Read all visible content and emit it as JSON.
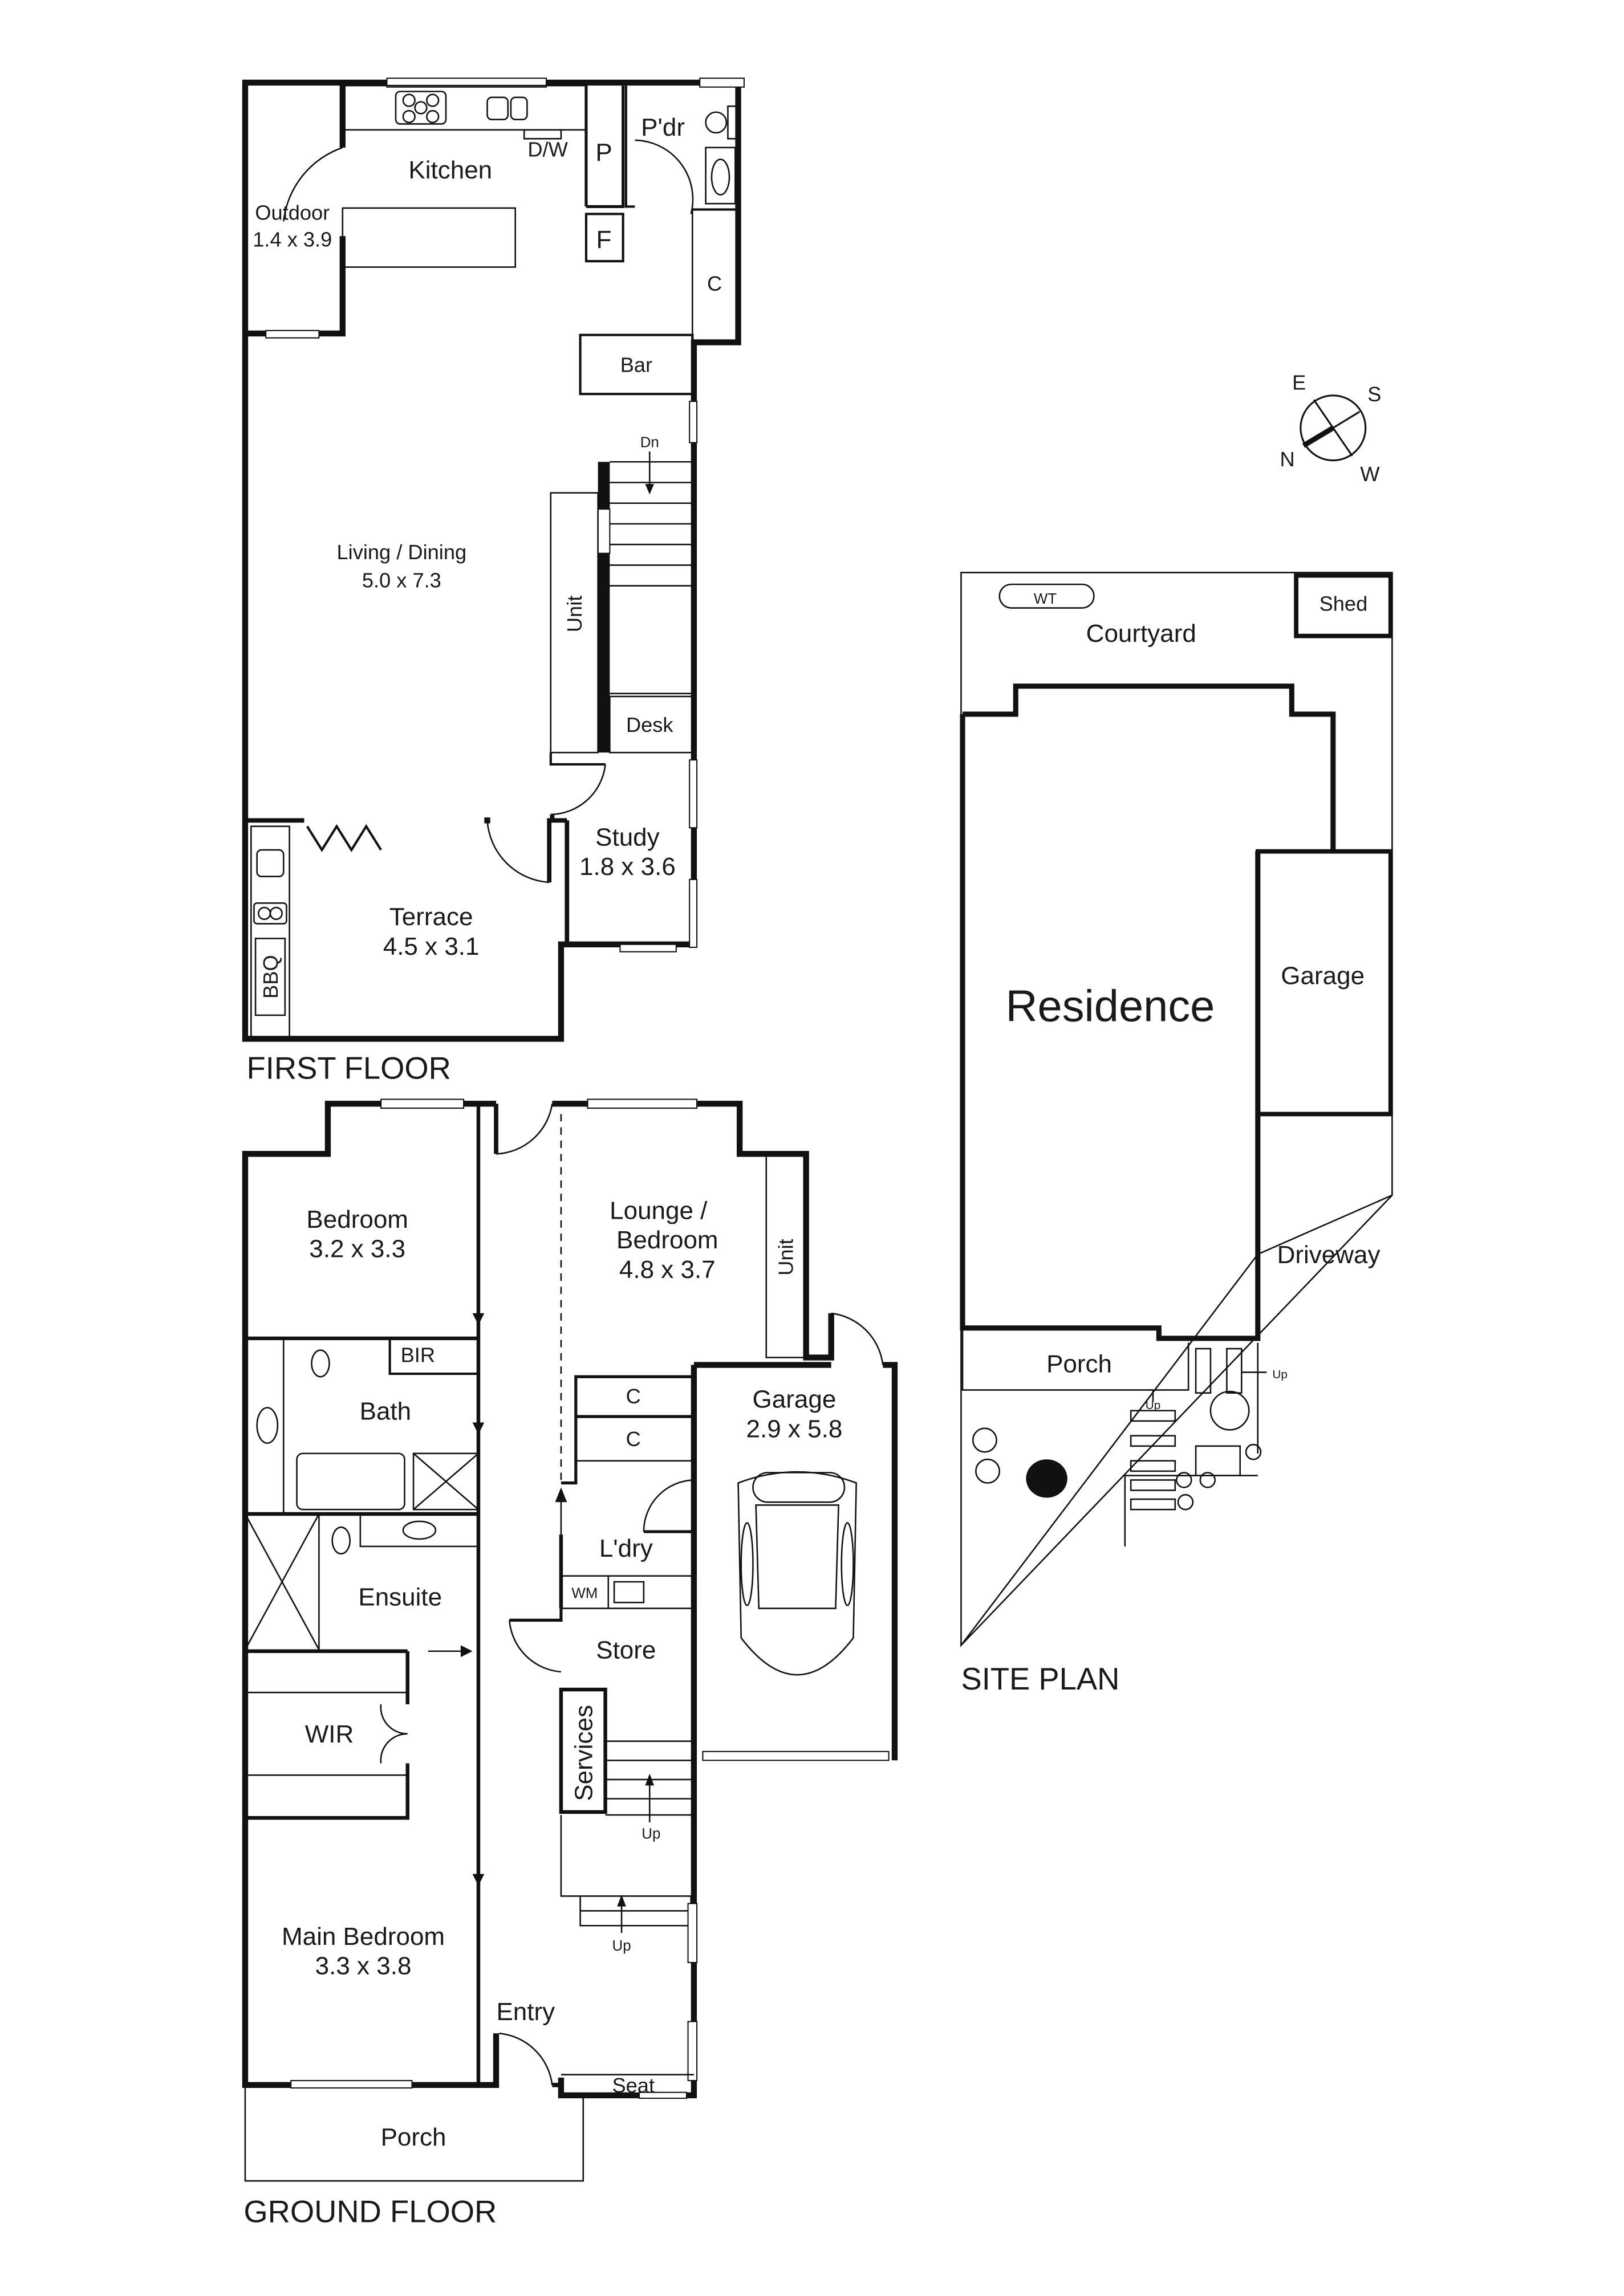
{
  "first_floor": {
    "title": "FIRST FLOOR",
    "rooms": {
      "kitchen": "Kitchen",
      "dw": "D/W",
      "pantry": "P",
      "fridge": "F",
      "powder": "P'dr",
      "cupboard": "C",
      "bar": "Bar",
      "outdoor": "Outdoor",
      "outdoor_dim": "1.4 x 3.9",
      "living": "Living / Dining",
      "living_dim": "5.0 x 7.3",
      "stairs_dn": "Dn",
      "unit": "Unit",
      "desk": "Desk",
      "study": "Study",
      "study_dim": "1.8 x 3.6",
      "terrace": "Terrace",
      "terrace_dim": "4.5 x 3.1",
      "bbq": "BBQ"
    }
  },
  "ground_floor": {
    "title": "GROUND FLOOR",
    "rooms": {
      "bedroom": "Bedroom",
      "bedroom_dim": "3.2 x 3.3",
      "lounge_1": "Lounge /",
      "lounge_2": "Bedroom",
      "lounge_dim": "4.8 x 3.7",
      "unit": "Unit",
      "bir": "BIR",
      "bath": "Bath",
      "c1": "C",
      "c2": "C",
      "garage": "Garage",
      "garage_dim": "2.9 x 5.8",
      "laundry": "L'dry",
      "wm": "WM",
      "ensuite": "Ensuite",
      "store": "Store",
      "wir": "WIR",
      "services": "Services",
      "up1": "Up",
      "up2": "Up",
      "main_bedroom": "Main Bedroom",
      "main_bedroom_dim": "3.3 x 3.8",
      "entry": "Entry",
      "seat": "Seat",
      "porch": "Porch"
    }
  },
  "site_plan": {
    "title": "SITE PLAN",
    "labels": {
      "wt": "WT",
      "courtyard": "Courtyard",
      "shed": "Shed",
      "residence": "Residence",
      "garage": "Garage",
      "driveway": "Driveway",
      "porch": "Porch",
      "up1": "Up",
      "up2": "Up"
    }
  },
  "compass": {
    "n": "N",
    "e": "E",
    "s": "S",
    "w": "W"
  }
}
